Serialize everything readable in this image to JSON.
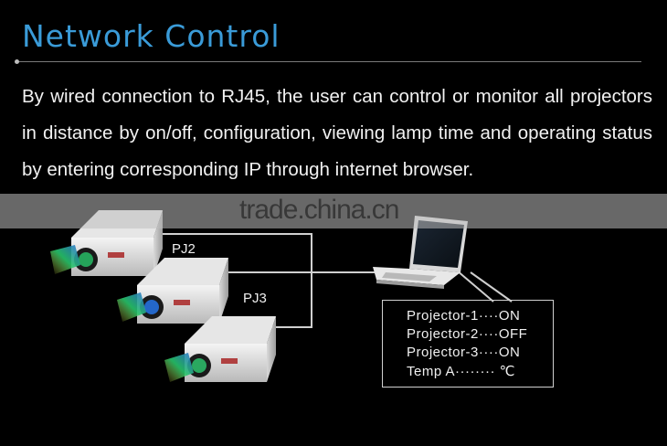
{
  "header": {
    "title": "Network Control"
  },
  "description": "By wired connection to RJ45, the user can control or monitor all projectors in distance by on/off, configuration, viewing lamp time and operating status by entering corresponding IP through internet browser.",
  "watermark": "trade.china.cn",
  "projectors": [
    {
      "label": "PJ2"
    },
    {
      "label": "PJ3"
    }
  ],
  "status": {
    "lines": [
      "Projector-1····ON",
      "Projector-2····OFF",
      "Projector-3····ON",
      "Temp A········ ℃"
    ]
  },
  "colors": {
    "title": "#3a9bd8",
    "background": "#000000",
    "text": "#f2f2f2",
    "lens_glow": [
      "#2a6bd8",
      "#27c46a",
      "#e2d63a"
    ]
  },
  "icons": [
    "projector-icon",
    "laptop-icon"
  ]
}
